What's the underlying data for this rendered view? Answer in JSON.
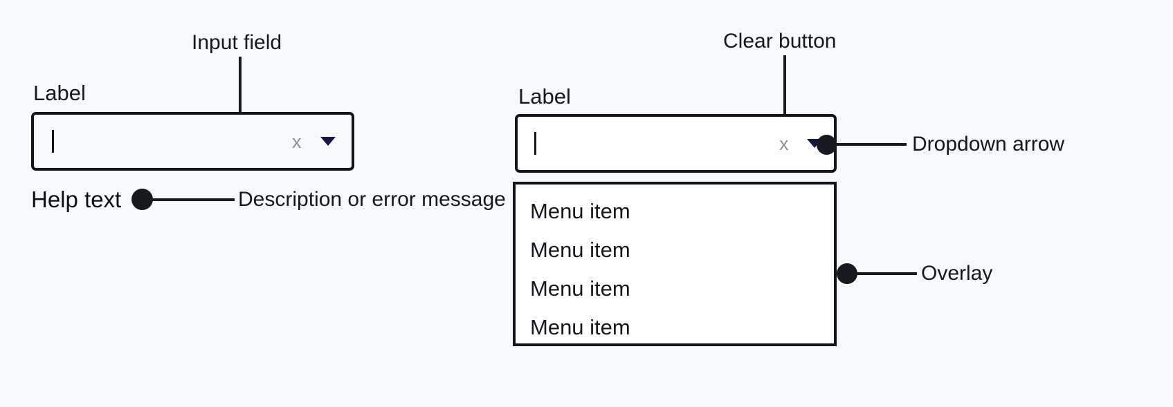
{
  "page": {
    "background_color": "#f6f8fa",
    "title": "Select / combobox anatomy diagram"
  },
  "colors": {
    "border": "#111418",
    "text": "#15181c",
    "clear_icon": "#8b9099",
    "arrow": "#181744",
    "callout": "#16191d",
    "field_fill_left": "#f6f8fa",
    "field_fill_right": "#ffffff"
  },
  "left_group": {
    "label": "Label",
    "input": {
      "value": "",
      "caret_visible": true,
      "clear_icon": "x",
      "dropdown_icon": "caret-down"
    },
    "help_text": "Help text",
    "annotations": {
      "input_field": "Input field",
      "help_description": "Description or error message"
    }
  },
  "right_group": {
    "label": "Label",
    "input": {
      "value": "",
      "caret_visible": true,
      "clear_icon": "x",
      "dropdown_icon": "caret-down"
    },
    "overlay": {
      "items": [
        {
          "label": "Menu item"
        },
        {
          "label": "Menu item"
        },
        {
          "label": "Menu item"
        },
        {
          "label": "Menu item"
        }
      ]
    },
    "annotations": {
      "clear_button": "Clear button",
      "dropdown_arrow": "Dropdown arrow",
      "overlay": "Overlay"
    }
  }
}
